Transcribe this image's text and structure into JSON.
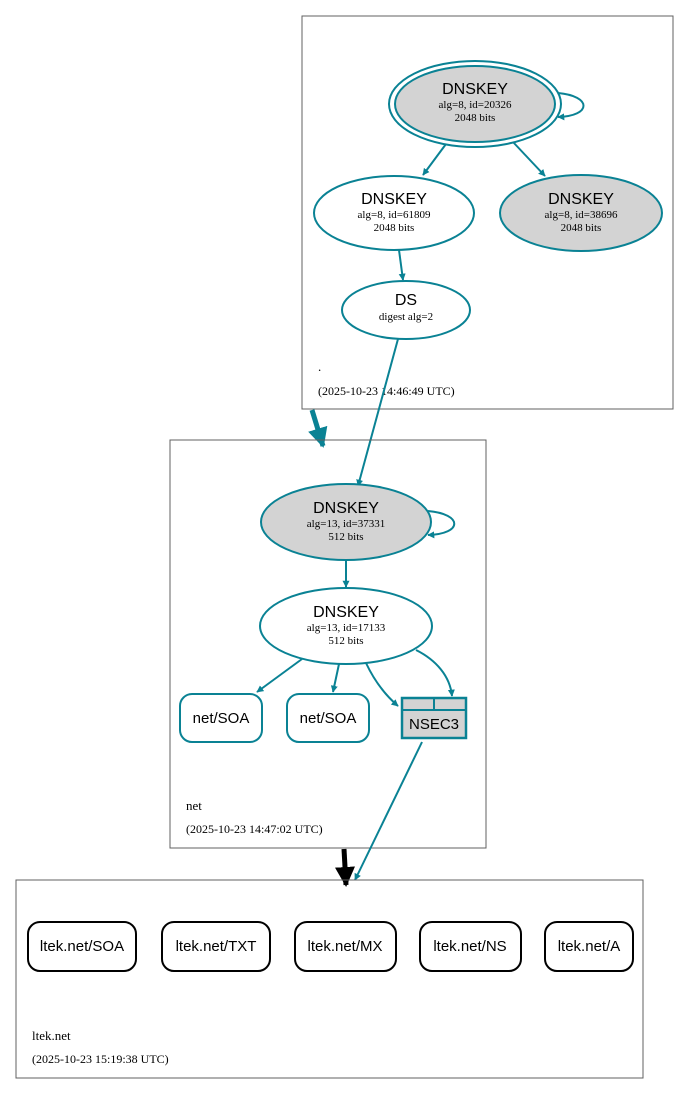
{
  "colors": {
    "edge": "#0a8294",
    "node_fill_ksk": "#d3d3d3",
    "node_fill": "#ffffff",
    "zone_border": "#606060",
    "delegation_insecure": "#000000"
  },
  "zones": {
    "root": {
      "name": ".",
      "timestamp": "(2025-10-23 14:46:49 UTC)",
      "dnskey_ksk": {
        "title": "DNSKEY",
        "line1": "alg=8, id=20326",
        "line2": "2048 bits"
      },
      "dnskey_zsk": {
        "title": "DNSKEY",
        "line1": "alg=8, id=61809",
        "line2": "2048 bits"
      },
      "dnskey_other": {
        "title": "DNSKEY",
        "line1": "alg=8, id=38696",
        "line2": "2048 bits"
      },
      "ds": {
        "title": "DS",
        "line1": "digest alg=2"
      }
    },
    "net": {
      "name": "net",
      "timestamp": "(2025-10-23 14:47:02 UTC)",
      "dnskey_ksk": {
        "title": "DNSKEY",
        "line1": "alg=13, id=37331",
        "line2": "512 bits"
      },
      "dnskey_zsk": {
        "title": "DNSKEY",
        "line1": "alg=13, id=17133",
        "line2": "512 bits"
      },
      "soa_a": "net/SOA",
      "soa_b": "net/SOA",
      "nsec3": "NSEC3"
    },
    "ltek": {
      "name": "ltek.net",
      "timestamp": "(2025-10-23 15:19:38 UTC)",
      "records": [
        "ltek.net/SOA",
        "ltek.net/TXT",
        "ltek.net/MX",
        "ltek.net/NS",
        "ltek.net/A"
      ]
    }
  }
}
